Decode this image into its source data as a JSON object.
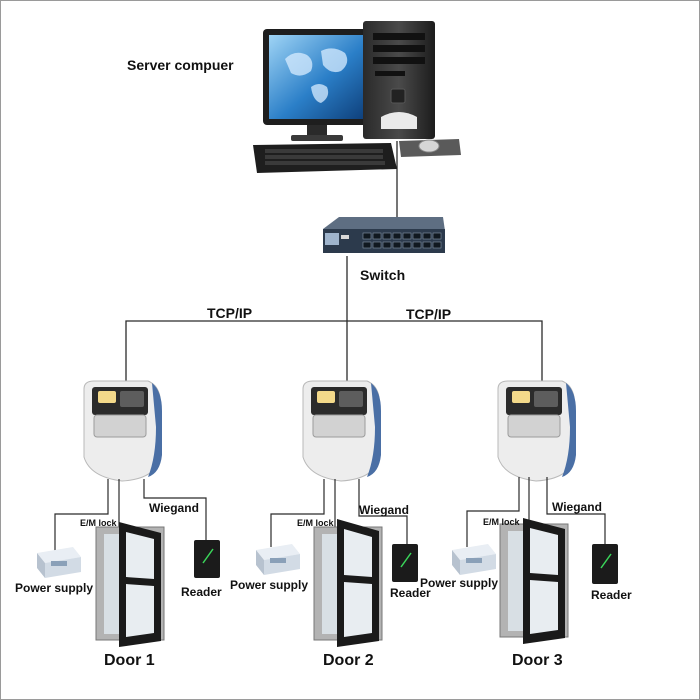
{
  "server": {
    "label": "Server compuer"
  },
  "switch": {
    "label": "Switch"
  },
  "network": {
    "link_left": "TCP/IP",
    "link_right": "TCP/IP"
  },
  "doors": [
    {
      "door_label": "Door 1",
      "lock_label": "E/M lock",
      "wiegand_label": "Wiegand",
      "power_label": "Power supply",
      "reader_label": "Reader"
    },
    {
      "door_label": "Door 2",
      "lock_label": "E/M lock",
      "wiegand_label": "Wiegand",
      "power_label": "Power supply",
      "reader_label": "Reader"
    },
    {
      "door_label": "Door 3",
      "lock_label": "E/M lock",
      "wiegand_label": "Wiegand",
      "power_label": "Power supply",
      "reader_label": "Reader"
    }
  ],
  "colors": {
    "wire": "#2b2b2b",
    "door_frame": "#1a1a1a",
    "terminal_shell": "#eeeeee",
    "terminal_accent": "#4a6fa5",
    "reader": "#1b1b1b",
    "reader_led": "#3ad65a"
  }
}
